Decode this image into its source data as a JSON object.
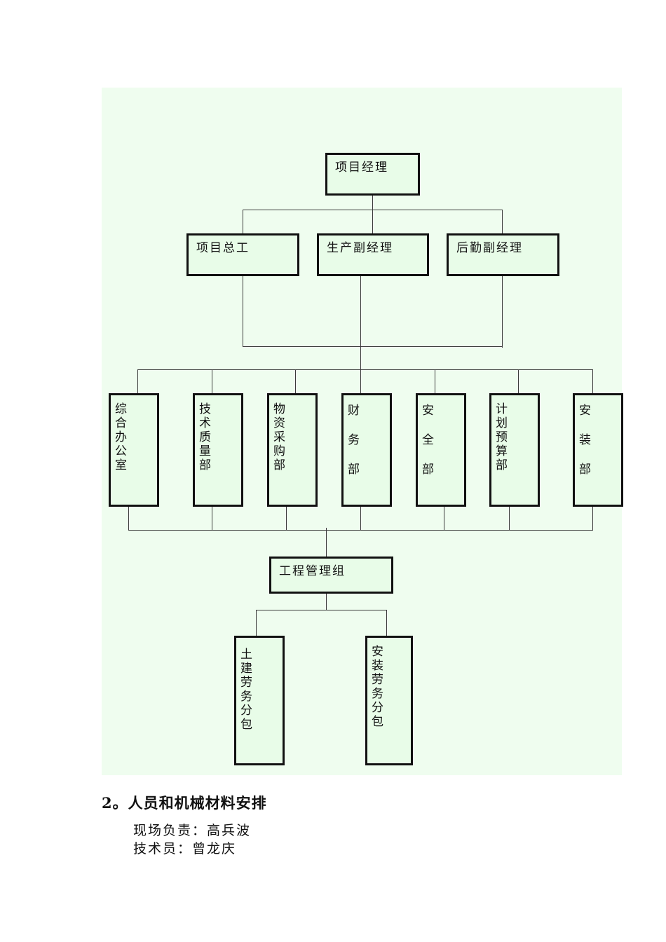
{
  "chart": {
    "top": {
      "label": "项目经理"
    },
    "level2": [
      {
        "label": "项目总工"
      },
      {
        "label": "生产副经理"
      },
      {
        "label": "后勤副经理"
      }
    ],
    "departments": [
      {
        "label": "综合办公室"
      },
      {
        "label": "技术质量部"
      },
      {
        "label": "物资采购部"
      },
      {
        "label": "财务部"
      },
      {
        "label": "安全部"
      },
      {
        "label": "计划预算部"
      },
      {
        "label": "安装部"
      }
    ],
    "group": {
      "label": "工程管理组"
    },
    "subcontractors": [
      {
        "label": "土建劳务分包"
      },
      {
        "label": "安装劳务分包"
      }
    ],
    "colors": {
      "box_fill": "#e8fce8",
      "background": "#effdef",
      "border": "#111111"
    }
  },
  "section": {
    "heading": "2。人员和机械材料安排",
    "lines": [
      "现场负责：高兵波",
      "技术员：曾龙庆"
    ]
  }
}
